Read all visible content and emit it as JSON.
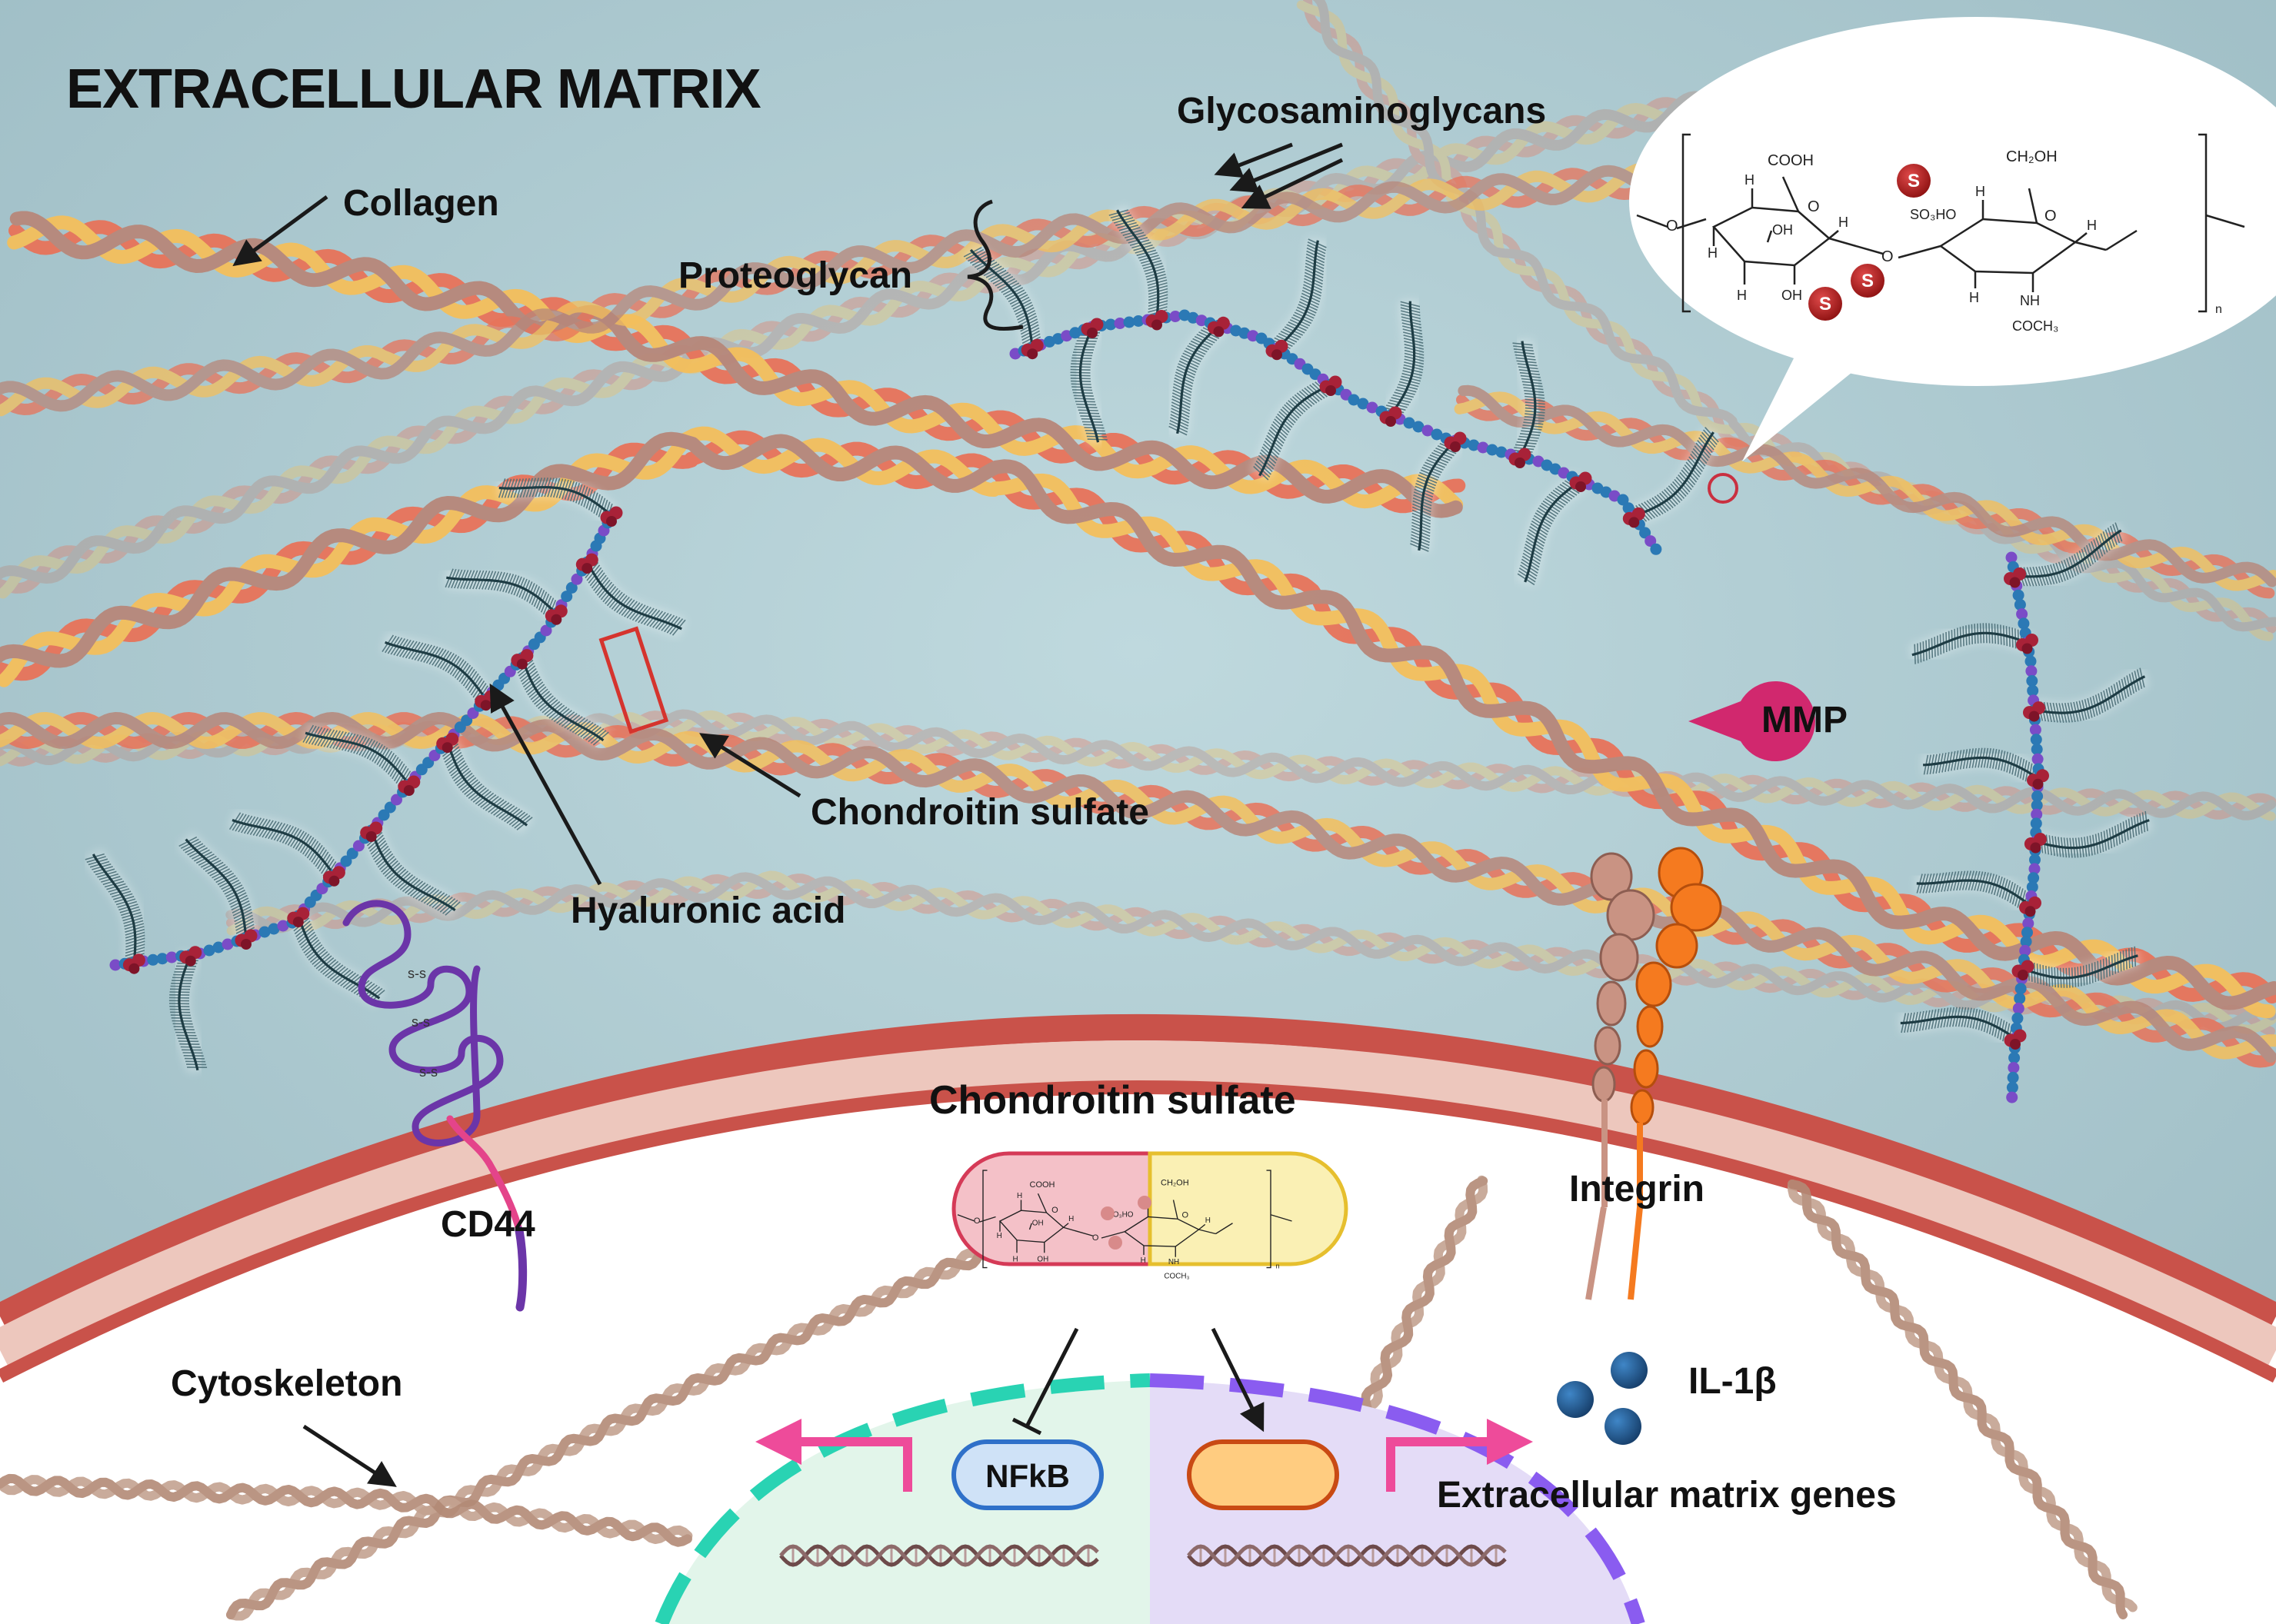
{
  "title": "EXTRACELLULAR MATRIX",
  "labels": {
    "collagen": "Collagen",
    "glycosaminoglycans": "Glycosaminoglycans",
    "proteoglycan": "Proteoglycan",
    "chondroitin_sulfate_ecm": "Chondroitin sulfate",
    "hyaluronic_acid": "Hyaluronic acid",
    "mmp": "MMP",
    "integrin": "Integrin",
    "cd44": "CD44",
    "chondroitin_sulfate_cell": "Chondroitin sulfate",
    "cytoskeleton": "Cytoskeleton",
    "nfkb": "NFkB",
    "il1b": "IL-1β",
    "ecm_genes": "Extracellular matrix genes",
    "disulfide": "s-s"
  },
  "chemistry": {
    "cooh": "COOH",
    "ch2oh": "CH₂OH",
    "so3ho": "SO₃HO",
    "oh": "OH",
    "nh": "NH",
    "coch3": "COCH₃",
    "h": "H",
    "o": "O",
    "n": "n",
    "sulfate": "S"
  },
  "colors": {
    "background": "#a9c6cd",
    "collagen_red": "#e8735a",
    "collagen_yellow": "#f4bf5c",
    "collagen_brown": "#b7877a",
    "gag_chain": "#1e3c44",
    "backbone_blue": "#2b79b5",
    "backbone_purple": "#7a4cc7",
    "link_protein": "#a82238",
    "membrane_outer": "#c9524a",
    "membrane_inner": "#edc7bd",
    "nucleus_left": "#29d3b3",
    "nucleus_right": "#8a5cf0",
    "arrow_pink": "#ee4b9a",
    "nfkb_box": "#cfe2f7",
    "nfkb_border": "#2f70c9",
    "orange_box": "#ffcc80",
    "orange_border": "#c94a14",
    "mmp": "#d1286e",
    "il1b": "#1f5d95",
    "integrin_orange": "#f57a1f",
    "integrin_tan": "#c99383",
    "cd44": "#6b35a8",
    "cd44_tail": "#e4448a",
    "capsule_left": "#f4c1c8",
    "capsule_right": "#faf0b4"
  }
}
